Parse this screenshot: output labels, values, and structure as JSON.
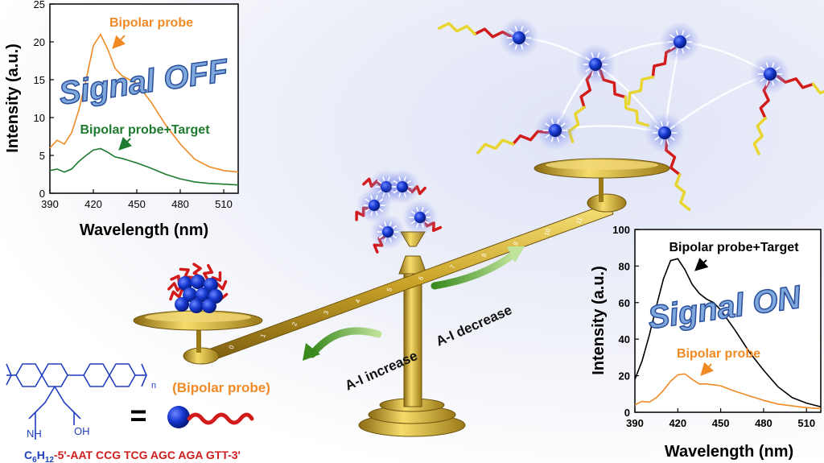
{
  "colors": {
    "orange": "#f08a24",
    "green": "#1e7a2f",
    "black": "#000000",
    "blue": "#1a3fd0",
    "red": "#d21c1c",
    "gold": "#c9a227"
  },
  "chart_data": [
    {
      "type": "line",
      "xlabel": "Wavelength (nm)",
      "ylabel": "Intensity (a.u.)",
      "xlim": [
        390,
        520
      ],
      "ylim": [
        0,
        25
      ],
      "xticks": [
        390,
        420,
        450,
        480,
        510
      ],
      "yticks": [
        0,
        5,
        10,
        15,
        20,
        25
      ],
      "overlay_text": "Signal OFF",
      "series": [
        {
          "name": "Bipolar probe",
          "color": "#f08a24",
          "x": [
            390,
            395,
            400,
            405,
            410,
            415,
            420,
            425,
            430,
            435,
            440,
            445,
            450,
            460,
            470,
            480,
            490,
            500,
            510,
            520
          ],
          "y": [
            6,
            7,
            6.5,
            8,
            11,
            15,
            19.5,
            21,
            19,
            16.5,
            15.5,
            15,
            14.5,
            12,
            9,
            6.5,
            4.5,
            3.5,
            3,
            2.8
          ]
        },
        {
          "name": "Bipolar probe+Target",
          "color": "#1e7a2f",
          "x": [
            390,
            395,
            400,
            405,
            410,
            415,
            420,
            425,
            430,
            435,
            440,
            445,
            450,
            460,
            470,
            480,
            490,
            500,
            510,
            520
          ],
          "y": [
            3,
            3.2,
            2.8,
            3.2,
            4.2,
            5,
            5.7,
            5.9,
            5.4,
            4.8,
            4.6,
            4.3,
            4,
            3.3,
            2.5,
            1.9,
            1.5,
            1.3,
            1.2,
            1.1
          ]
        }
      ]
    },
    {
      "type": "line",
      "xlabel": "Wavelength (nm)",
      "ylabel": "Intensity (a.u.)",
      "xlim": [
        390,
        520
      ],
      "ylim": [
        0,
        100
      ],
      "xticks": [
        390,
        420,
        450,
        480,
        510
      ],
      "yticks": [
        0,
        20,
        40,
        60,
        80,
        100
      ],
      "overlay_text": "Signal ON",
      "series": [
        {
          "name": "Bipolar probe+Target",
          "color": "#000000",
          "x": [
            390,
            395,
            400,
            405,
            410,
            415,
            420,
            425,
            430,
            435,
            440,
            445,
            450,
            460,
            470,
            480,
            490,
            500,
            510,
            520
          ],
          "y": [
            18,
            28,
            42,
            58,
            73,
            83,
            84,
            78,
            70,
            65,
            62,
            60,
            56,
            45,
            33,
            23,
            14,
            8,
            5,
            3
          ]
        },
        {
          "name": "Bipolar probe",
          "color": "#f08a24",
          "x": [
            390,
            395,
            400,
            405,
            410,
            415,
            420,
            425,
            430,
            435,
            440,
            445,
            450,
            460,
            470,
            480,
            490,
            500,
            510,
            520
          ],
          "y": [
            4,
            6,
            5.5,
            8,
            12,
            17,
            20.5,
            21,
            18,
            15.5,
            15.5,
            15,
            14.5,
            11.5,
            9,
            6.5,
            4.5,
            3.5,
            2.5,
            2
          ]
        }
      ]
    }
  ],
  "balance": {
    "ruler_ticks": [
      "0",
      "1",
      "2",
      "3",
      "4",
      "5",
      "6",
      "7",
      "8",
      "9",
      "10",
      "11"
    ],
    "label_increase": "A-I increase",
    "label_decrease": "A-I decrease"
  },
  "legend": {
    "sequence_prefix": "C",
    "sequence_sub1": "6",
    "sequence_mid": "H",
    "sequence_sub2": "12",
    "sequence": "-5'-AAT CCG TCG AGC AGA GTT-3'",
    "nh_label": "NH",
    "oh_label": "OH",
    "n_label": "n",
    "equals": "=",
    "probe_label": "(Bipolar probe)"
  }
}
